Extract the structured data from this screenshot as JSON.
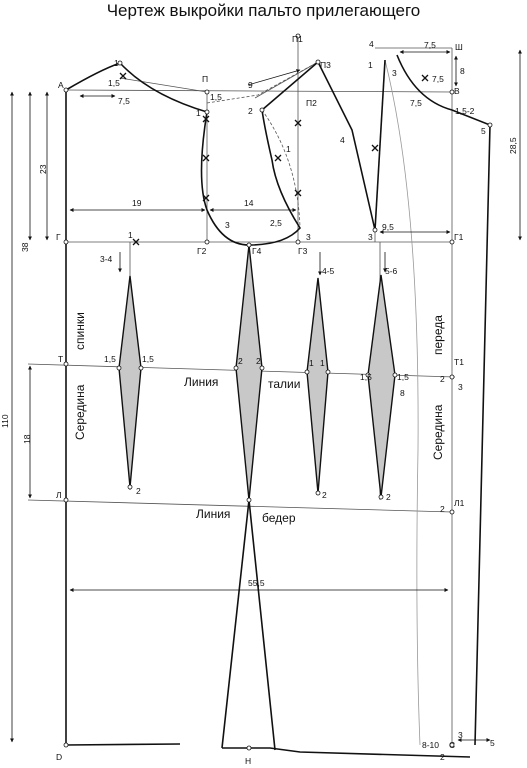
{
  "title": "Чертеж выкройки пальто прилегающего",
  "points": {
    "A": "А",
    "P": "П",
    "P1": "П1",
    "P2": "П2",
    "P3": "П3",
    "Sh": "Ш",
    "V": "В",
    "G": "Г",
    "G1": "Г1",
    "G2": "Г2",
    "G3": "Г3",
    "G4": "Г4",
    "T": "Т",
    "T1": "Т1",
    "L": "Л",
    "L1": "Л1",
    "D": "D",
    "N": "Н",
    "S": "С"
  },
  "dimensions": {
    "d110": "110",
    "d38": "38",
    "d23": "23",
    "d18": "18",
    "d19": "19",
    "d14": "14",
    "d55_5": "55,5",
    "d28_5": "28,5",
    "d7_5a": "7,5",
    "d7_5b": "7,5",
    "d7_5c": "7,5",
    "d7_5d": "7,5",
    "d8": "8",
    "d9": "9",
    "d9_5": "9,5",
    "d1_5a": "1,5",
    "d1_5b": "1,5",
    "d1_5_2": "1,5-2",
    "d2_5": "2,5",
    "d3_4": "3-4",
    "d4_5": "4-5",
    "d5_6": "5-6",
    "d8_10": "8-10"
  },
  "marks": {
    "m1": "1",
    "m2": "2",
    "m3": "3",
    "m4": "4",
    "m5": "5",
    "m8": "8"
  },
  "labels": {
    "back_center_1": "Середина",
    "back_center_2": "спинки",
    "front_center_1": "Середина",
    "front_center_2": "переда",
    "waist_1": "Линия",
    "waist_2": "талии",
    "hips_1": "Линия",
    "hips_2": "бедер"
  }
}
